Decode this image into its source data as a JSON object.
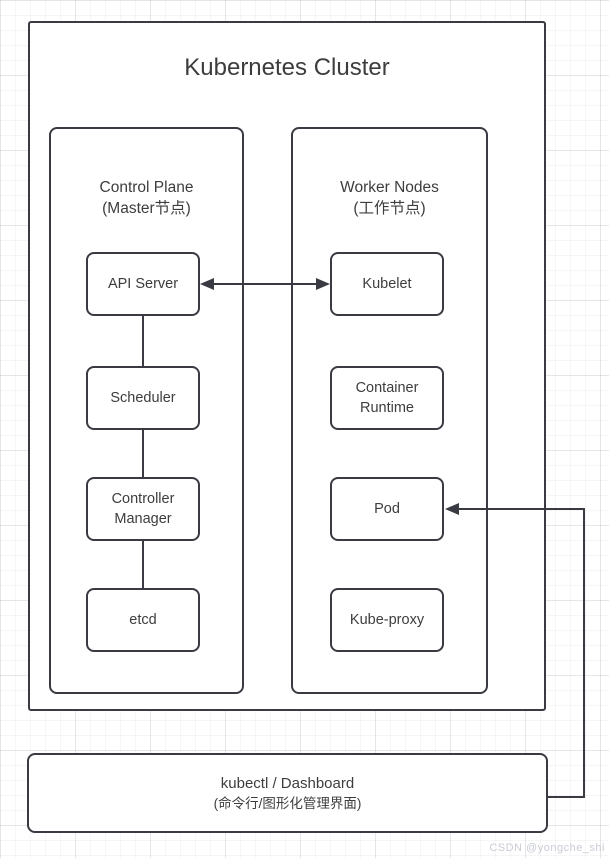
{
  "diagram": {
    "title": "Kubernetes Cluster",
    "control_plane": {
      "title_line1": "Control Plane",
      "title_line2": "(Master节点)",
      "nodes": [
        "API Server",
        "Scheduler",
        "Controller Manager",
        "etcd"
      ]
    },
    "worker_nodes": {
      "title_line1": "Worker Nodes",
      "title_line2": "(工作节点)",
      "nodes": [
        "Kubelet",
        "Container Runtime",
        "Pod",
        "Kube-proxy"
      ]
    },
    "management": {
      "line1": "kubectl / Dashboard",
      "line2": "(命令行/图形化管理界面)"
    },
    "watermark": "CSDN @yongche_shi",
    "colors": {
      "stroke": "#3a3a42",
      "text": "#3d3d3d",
      "watermark": "#c9ccd4"
    }
  }
}
